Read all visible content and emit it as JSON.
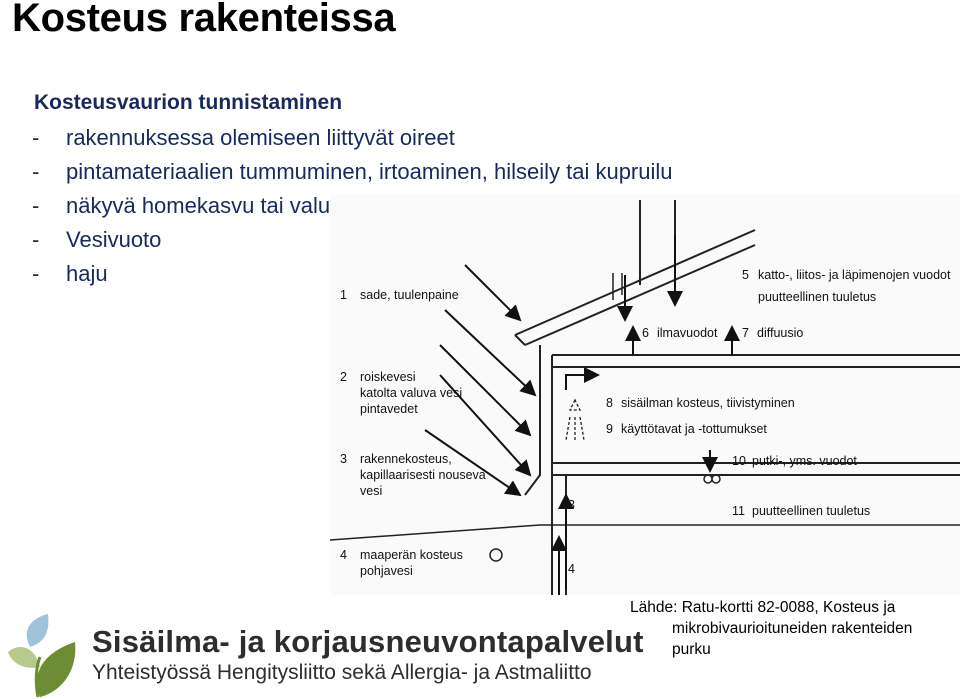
{
  "title": "Kosteus rakenteissa",
  "subtitle": "Kosteusvaurion tunnistaminen",
  "bullets": [
    "rakennuksessa olemiseen liittyvät oireet",
    "pintamateriaalien tummuminen, irtoaminen, hilseily tai kupruilu",
    "näkyvä homekasvu tai valumajälkiä",
    "Vesivuoto",
    "haju"
  ],
  "bullet_dash": "-",
  "diagram": {
    "labels": {
      "n1": "1",
      "l1": "sade, tuulenpaine",
      "n2": "2",
      "l2a": "roiskevesi",
      "l2b": "katolta valuva vesi",
      "l2c": "pintavedet",
      "n3": "3",
      "l3a": "rakennekosteus,",
      "l3b": "kapillaarisesti nouseva",
      "l3c": "vesi",
      "n4": "4",
      "l4a": "maaperän kosteus",
      "l4b": "pohjavesi",
      "n5": "5",
      "l5a": "katto-, liitos- ja läpimenojen vuodot",
      "l5b": "puutteellinen tuuletus",
      "n6": "6",
      "l6": "ilmavuodot",
      "n7": "7",
      "l7": "diffuusio",
      "n8": "8",
      "l8": "sisäilman kosteus, tiivistyminen",
      "n9": "9",
      "l9": "käyttötavat ja -tottumukset",
      "n10": "10",
      "l10": "putki-, yms. vuodot",
      "n11": "11",
      "l11": "puutteellinen tuuletus",
      "marker3": "3",
      "marker4": "4"
    }
  },
  "source": {
    "line1": "Lähde: Ratu-kortti 82-0088, Kosteus ja",
    "line2": "mikrobivaurioituneiden rakenteiden",
    "line3": "purku"
  },
  "organization": {
    "name": "Sisäilma- ja korjausneuvontapalvelut",
    "tagline": "Yhteistyössä Hengitysliitto sekä Allergia- ja Astmaliitto"
  },
  "colors": {
    "text_blue": "#17295e",
    "logo_green": "#6d8c34",
    "logo_light": "#b7c98c",
    "logo_blue": "#9fc3da"
  }
}
